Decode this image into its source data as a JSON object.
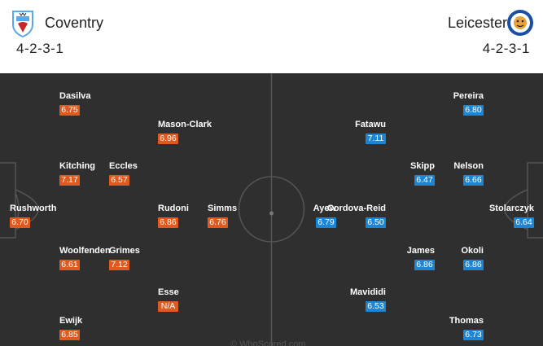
{
  "home": {
    "name": "Coventry",
    "formation": "4-2-3-1",
    "color": "#e0591f",
    "crest_icon": "coventry-crest",
    "players": [
      {
        "name": "Dasilva",
        "rating": "6.75"
      },
      {
        "name": "Mason-Clark",
        "rating": "6.96"
      },
      {
        "name": "Kitching",
        "rating": "7.17"
      },
      {
        "name": "Eccles",
        "rating": "6.57"
      },
      {
        "name": "Rushworth",
        "rating": "6.70"
      },
      {
        "name": "Rudoni",
        "rating": "6.86"
      },
      {
        "name": "Simms",
        "rating": "6.76"
      },
      {
        "name": "Woolfenden",
        "rating": "6.61"
      },
      {
        "name": "Grimes",
        "rating": "7.12"
      },
      {
        "name": "Esse",
        "rating": "N/A"
      },
      {
        "name": "Ewijk",
        "rating": "6.85"
      }
    ]
  },
  "away": {
    "name": "Leicester",
    "formation": "4-2-3-1",
    "color": "#1c86d4",
    "crest_icon": "leicester-crest",
    "players": [
      {
        "name": "Pereira",
        "rating": "6.80"
      },
      {
        "name": "Fatawu",
        "rating": "7.11"
      },
      {
        "name": "Skipp",
        "rating": "6.47"
      },
      {
        "name": "Nelson",
        "rating": "6.66"
      },
      {
        "name": "Ayew",
        "rating": "6.79"
      },
      {
        "name": "Cordova-Reid",
        "rating": "6.50"
      },
      {
        "name": "Stolarczyk",
        "rating": "6.64"
      },
      {
        "name": "James",
        "rating": "6.86"
      },
      {
        "name": "Okoli",
        "rating": "6.86"
      },
      {
        "name": "Mavididi",
        "rating": "6.53"
      },
      {
        "name": "Thomas",
        "rating": "6.73"
      }
    ]
  },
  "pitch_color": "#2f2f2f",
  "watermark": "© WhoScored.com"
}
